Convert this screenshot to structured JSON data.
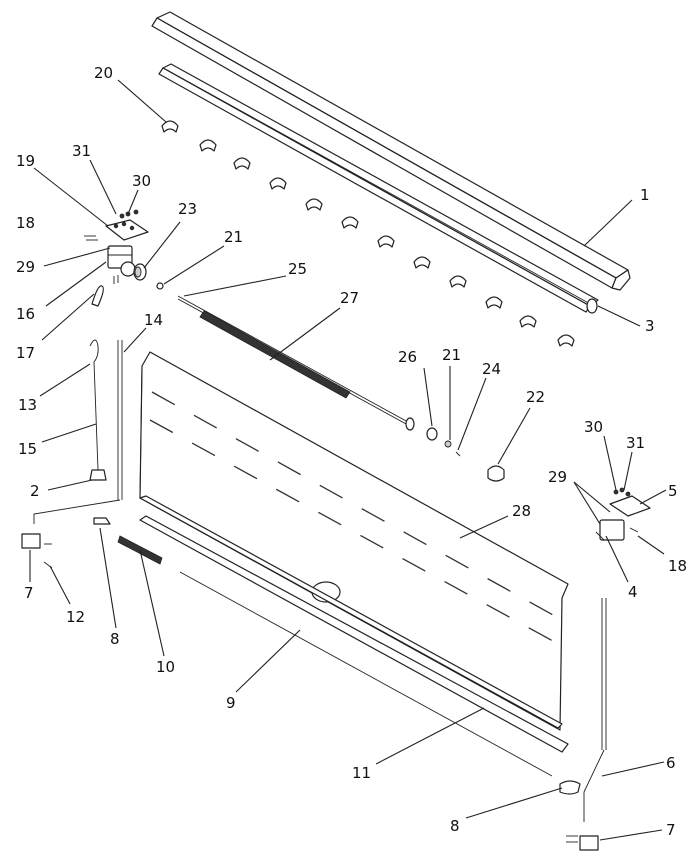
{
  "callouts": [
    {
      "id": "c1",
      "label": "1"
    },
    {
      "id": "c3",
      "label": "3"
    },
    {
      "id": "c20",
      "label": "20"
    },
    {
      "id": "c19",
      "label": "19"
    },
    {
      "id": "c31a",
      "label": "31"
    },
    {
      "id": "c30a",
      "label": "30"
    },
    {
      "id": "c23",
      "label": "23"
    },
    {
      "id": "c18a",
      "label": "18"
    },
    {
      "id": "c21a",
      "label": "21"
    },
    {
      "id": "c29a",
      "label": "29"
    },
    {
      "id": "c25",
      "label": "25"
    },
    {
      "id": "c16",
      "label": "16"
    },
    {
      "id": "c27",
      "label": "27"
    },
    {
      "id": "c17",
      "label": "17"
    },
    {
      "id": "c14",
      "label": "14"
    },
    {
      "id": "c26",
      "label": "26"
    },
    {
      "id": "c21b",
      "label": "21"
    },
    {
      "id": "c24",
      "label": "24"
    },
    {
      "id": "c13",
      "label": "13"
    },
    {
      "id": "c22",
      "label": "22"
    },
    {
      "id": "c15",
      "label": "15"
    },
    {
      "id": "c30b",
      "label": "30"
    },
    {
      "id": "c31b",
      "label": "31"
    },
    {
      "id": "c29b",
      "label": "29"
    },
    {
      "id": "c5",
      "label": "5"
    },
    {
      "id": "c2",
      "label": "2"
    },
    {
      "id": "c28",
      "label": "28"
    },
    {
      "id": "c18b",
      "label": "18"
    },
    {
      "id": "c4",
      "label": "4"
    },
    {
      "id": "c7a",
      "label": "7"
    },
    {
      "id": "c12",
      "label": "12"
    },
    {
      "id": "c8a",
      "label": "8"
    },
    {
      "id": "c10",
      "label": "10"
    },
    {
      "id": "c9",
      "label": "9"
    },
    {
      "id": "c11",
      "label": "11"
    },
    {
      "id": "c6",
      "label": "6"
    },
    {
      "id": "c8b",
      "label": "8"
    },
    {
      "id": "c7b",
      "label": "7"
    }
  ]
}
